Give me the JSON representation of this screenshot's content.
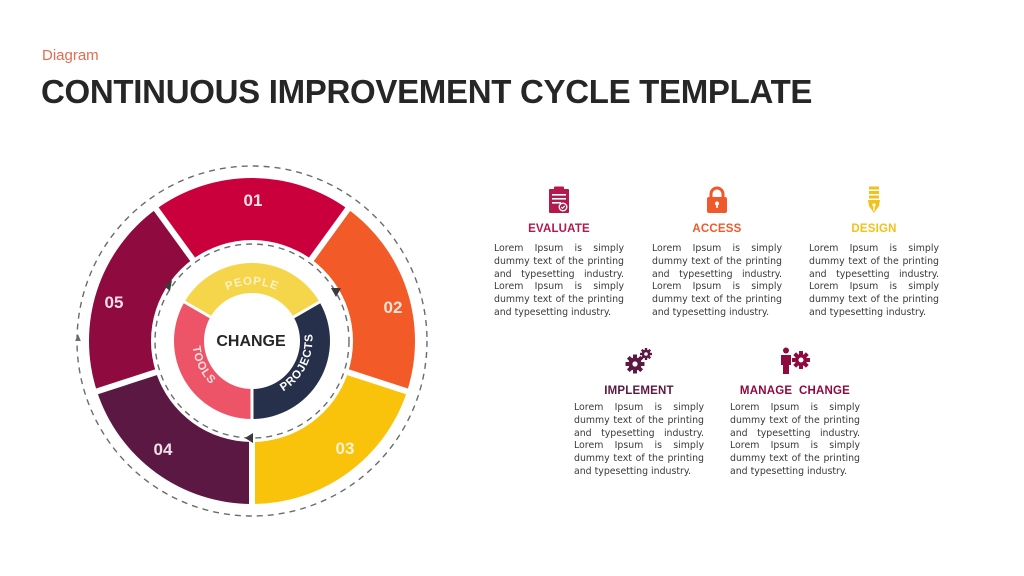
{
  "header": {
    "subtitle": "Diagram",
    "title": "CONTINUOUS IMPROVEMENT CYCLE TEMPLATE",
    "subtitle_color": "#E36B4E"
  },
  "cycle": {
    "center_label": "CHANGE",
    "outer_segments": [
      {
        "label": "01",
        "color": "#C9003C"
      },
      {
        "label": "02",
        "color": "#F25A27"
      },
      {
        "label": "03",
        "color": "#F9C30C"
      },
      {
        "label": "04",
        "color": "#5B1842"
      },
      {
        "label": "05",
        "color": "#8F0A3F"
      }
    ],
    "inner_segments": [
      {
        "label": "PEOPLE",
        "color": "#F5D64A"
      },
      {
        "label": "PROJECTS",
        "color": "#27304A"
      },
      {
        "label": "TOOLS",
        "color": "#EE5467"
      }
    ]
  },
  "steps": [
    {
      "icon": "clipboard-check-icon",
      "title": "EVALUATE",
      "color": "#B3194A",
      "text": "Lorem Ipsum is simply dummy text of the printing and typesetting industry. Lorem Ipsum is simply dummy text of the printing and typesetting industry."
    },
    {
      "icon": "padlock-icon",
      "title": "ACCESS",
      "color": "#F05A2A",
      "text": "Lorem Ipsum is simply dummy text of the printing and typesetting industry. Lorem Ipsum is simply dummy text of the printing and typesetting industry."
    },
    {
      "icon": "fountain-pen-icon",
      "title": "DESIGN",
      "color": "#F2C21A",
      "text": "Lorem Ipsum is simply dummy text of the printing and typesetting industry. Lorem Ipsum is simply dummy text of the printing and typesetting industry."
    },
    {
      "icon": "gears-icon",
      "title": "IMPLEMENT",
      "color": "#5B1842",
      "text": "Lorem Ipsum is simply dummy text of the printing and typesetting industry. Lorem Ipsum is simply dummy text of the printing and typesetting industry."
    },
    {
      "icon": "person-gear-icon",
      "title": "MANAGE  CHANGE",
      "color": "#8F0A3F",
      "text": "Lorem Ipsum is simply dummy text of the printing and typesetting industry. Lorem Ipsum is simply dummy text of the printing and typesetting industry."
    }
  ]
}
